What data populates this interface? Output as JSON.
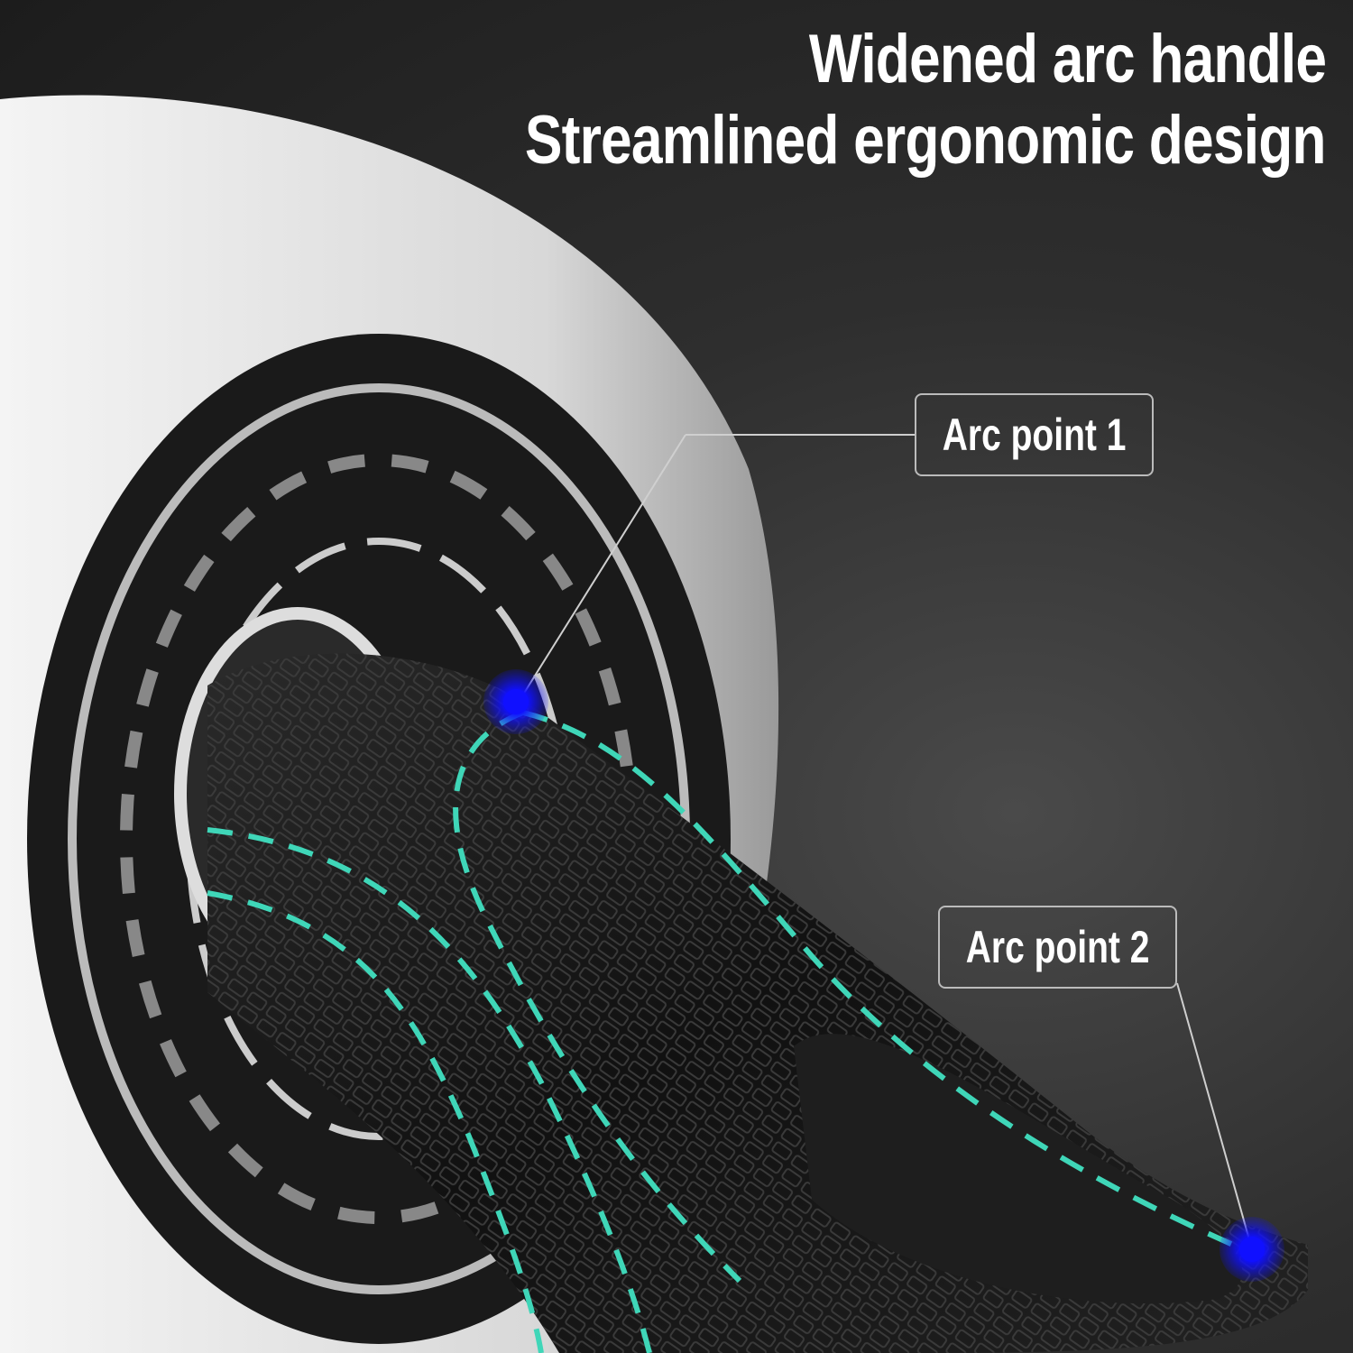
{
  "headline": {
    "line1": "Widened arc handle",
    "line2": "Streamlined ergonomic design"
  },
  "callouts": [
    {
      "label": "Arc point 1"
    },
    {
      "label": "Arc point 2"
    }
  ],
  "colors": {
    "accent_teal": "#3fd6b8",
    "marker_blue": "#1a1aff",
    "wheel": "#e6e6e6",
    "grip": "#151515"
  }
}
